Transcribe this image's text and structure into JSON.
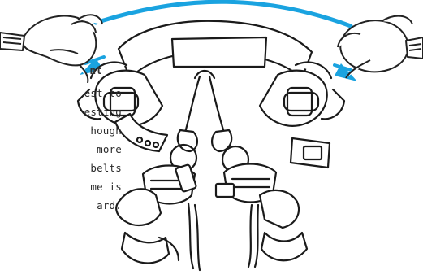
{
  "side_text": {
    "title": "nt",
    "lines": [
      "est to",
      "esting",
      "hough",
      "more",
      "belts",
      "me is",
      "ard."
    ]
  },
  "colors": {
    "accent": "#1aa3e0",
    "ink": "#222222",
    "text": "#2a2a2a"
  },
  "icons": [
    "gloved-hand-left",
    "gloved-hand-right",
    "climbing-harness"
  ]
}
